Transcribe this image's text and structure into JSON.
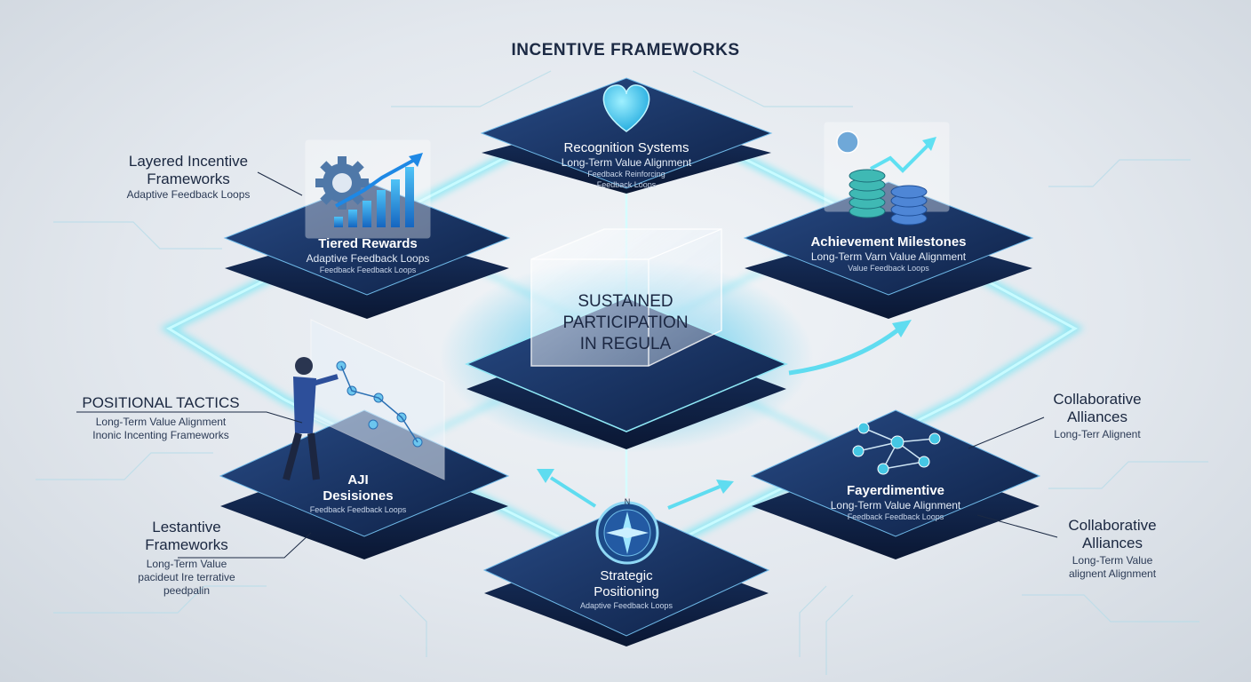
{
  "header": {
    "title": "INCENTIVE FRAMEWORKS"
  },
  "center": {
    "lines": [
      "SUSTAINED",
      "PARTICIPATION",
      "IN REGULA"
    ]
  },
  "cards": {
    "recognition": {
      "title": "Recognition Systems",
      "sub": "Long-Term Value Alignment",
      "tiny1": "Feedback Reinforcing",
      "tiny2": "Feedback Loops"
    },
    "tiered": {
      "title": "Tiered Rewards",
      "sub": "Adaptive Feedback Loops",
      "tiny1": "Feedback Feedback Loops"
    },
    "achievement": {
      "title": "Achievement Milestones",
      "sub": "Long-Term Varn Value Alignment",
      "tiny1": "Value Feedback Loops"
    },
    "decisions": {
      "title1": "AJI",
      "title2": "Desisiones",
      "tiny1": "Feedback Feedback Loops"
    },
    "fayerdimentive": {
      "title": "Fayerdimentive",
      "sub": "Long-Term Value Alignment",
      "tiny1": "Feedback Feedback Loops"
    },
    "strategic": {
      "title1": "Strategic",
      "title2": "Positioning",
      "tiny1": "Adaptive Feedback Loops",
      "compass_n": "N"
    }
  },
  "side_labels": {
    "layered": {
      "h1": "Layered Incentive",
      "h2": "Frameworks",
      "s1": "Adaptive Feedback Loops"
    },
    "positional": {
      "h1": "POSITIONAL TACTICS",
      "s1": "Long-Term Value Alignment",
      "s2": "Inonic Incenting Frameworks"
    },
    "lestantive": {
      "h1": "Lestantive",
      "h2": "Frameworks",
      "s1": "Long-Term Value",
      "s2": "pacideut Ire terrative",
      "s3": "peedpalin"
    },
    "collab1": {
      "h1": "Collaborative",
      "h2": "Alliances",
      "s1": "Long-Terr Alignent"
    },
    "collab2": {
      "h1": "Collaborative",
      "h2": "Alliances",
      "s1": "Long-Term Value",
      "s2": "alignent Alignment"
    }
  },
  "icons": {
    "heart": "heart-icon",
    "gear": "gear-icon",
    "growth_chart": "growth-chart-icon",
    "coins": "coins-icon",
    "dollar": "dollar-icon",
    "network": "network-icon",
    "compass": "compass-icon",
    "person": "person-icon",
    "flow_panel": "flow-diagram-icon"
  },
  "colors": {
    "card_dark": "#0f2347",
    "card_mid": "#1f3e73",
    "glow": "#5fe0f2",
    "heart": "#36c9ef",
    "accent_bar": "#2b8fe3",
    "text_dark": "#1c2a44"
  }
}
